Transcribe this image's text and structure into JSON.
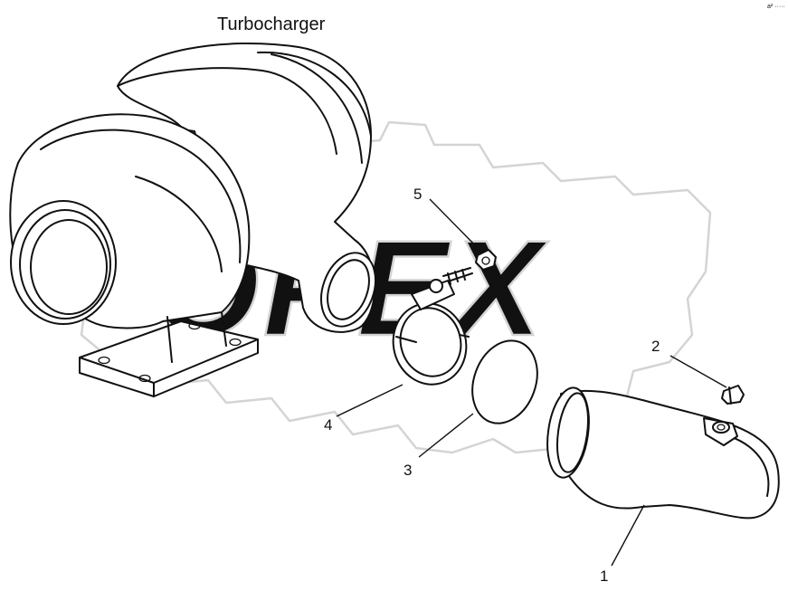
{
  "diagram": {
    "title": "Turbocharger",
    "watermark": "OPEX",
    "corner_mark": "a² ·····",
    "callouts": [
      {
        "id": "1",
        "label": "1"
      },
      {
        "id": "2",
        "label": "2"
      },
      {
        "id": "3",
        "label": "3"
      },
      {
        "id": "4",
        "label": "4"
      },
      {
        "id": "5",
        "label": "5"
      }
    ]
  }
}
